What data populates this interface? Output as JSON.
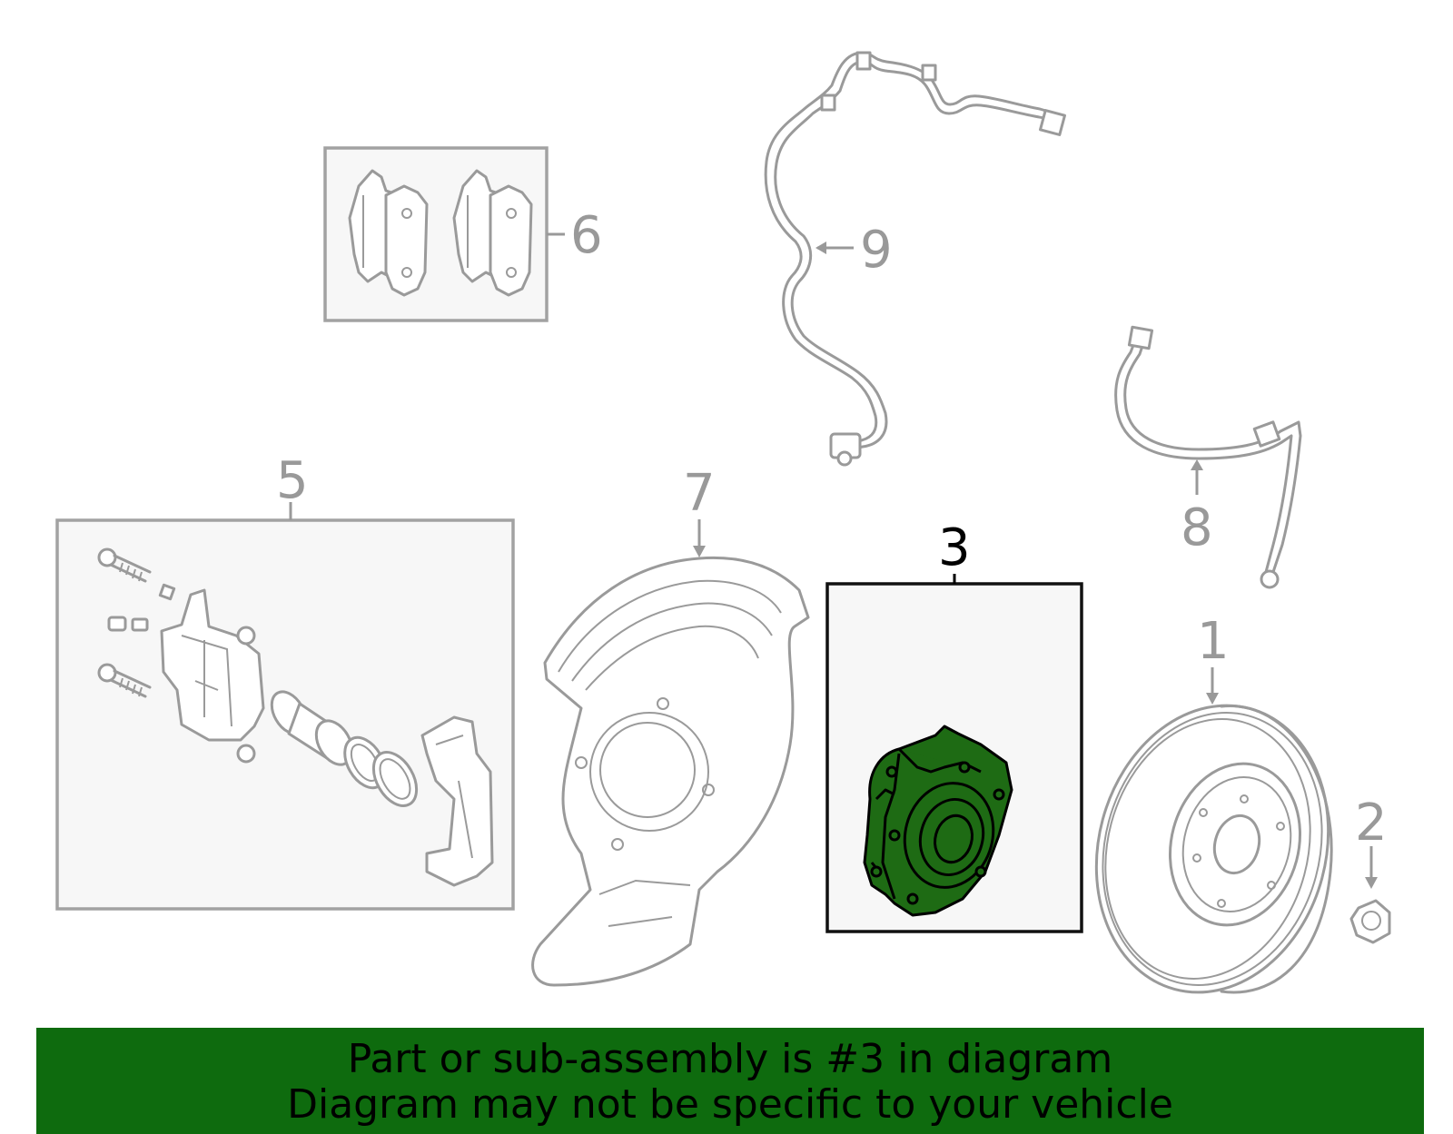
{
  "diagram": {
    "callouts": [
      {
        "label": "1"
      },
      {
        "label": "2"
      },
      {
        "label": "3"
      },
      {
        "label": "5"
      },
      {
        "label": "6"
      },
      {
        "label": "7"
      },
      {
        "label": "8"
      },
      {
        "label": "9"
      }
    ],
    "highlighted_part": "3",
    "highlight_color": "#1e6b14",
    "banner_color": "#0e6b0e"
  },
  "banner": {
    "line1": "Part or sub-assembly is #3 in diagram",
    "line2": "Diagram may not be specific to your vehicle"
  }
}
